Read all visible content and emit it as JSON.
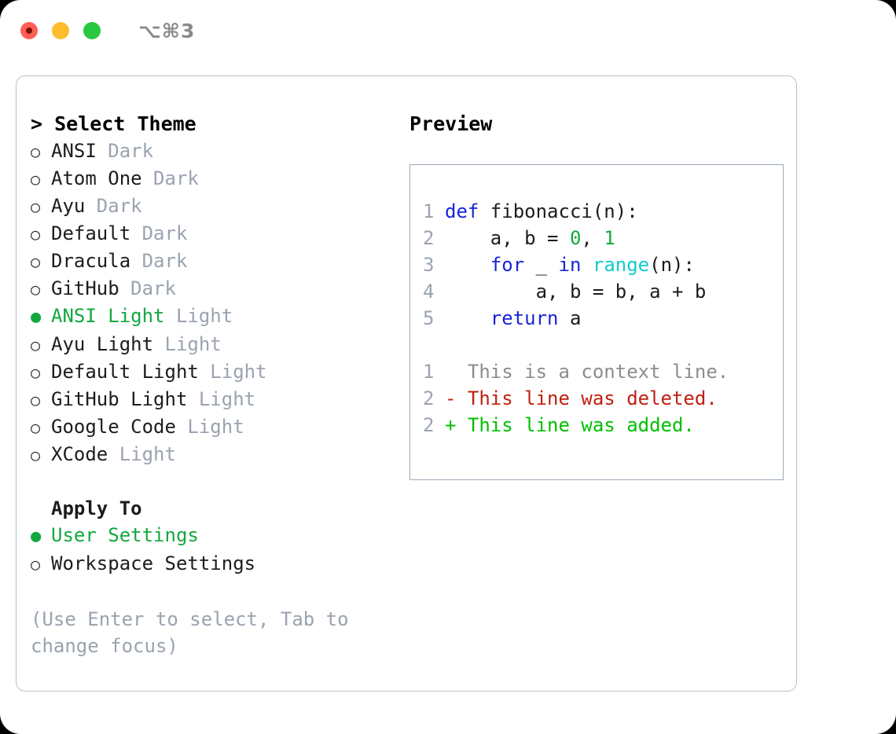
{
  "titlebar": {
    "shortcut": "⌥⌘3",
    "buttons": [
      {
        "name": "close",
        "color": "#ff5f57"
      },
      {
        "name": "minimize",
        "color": "#febc2e"
      },
      {
        "name": "maximize",
        "color": "#28c840"
      }
    ]
  },
  "left": {
    "header": "> Select Theme",
    "themes": [
      {
        "marker": "○",
        "name": "ANSI",
        "suffix": " Dark",
        "selected": false
      },
      {
        "marker": "○",
        "name": "Atom One",
        "suffix": " Dark",
        "selected": false
      },
      {
        "marker": "○",
        "name": "Ayu",
        "suffix": " Dark",
        "selected": false
      },
      {
        "marker": "○",
        "name": "Default",
        "suffix": " Dark",
        "selected": false
      },
      {
        "marker": "○",
        "name": "Dracula",
        "suffix": " Dark",
        "selected": false
      },
      {
        "marker": "○",
        "name": "GitHub",
        "suffix": " Dark",
        "selected": false
      },
      {
        "marker": "●",
        "name": "ANSI Light",
        "suffix": " Light",
        "selected": true
      },
      {
        "marker": "○",
        "name": "Ayu Light",
        "suffix": " Light",
        "selected": false
      },
      {
        "marker": "○",
        "name": "Default Light",
        "suffix": " Light",
        "selected": false
      },
      {
        "marker": "○",
        "name": "GitHub Light",
        "suffix": " Light",
        "selected": false
      },
      {
        "marker": "○",
        "name": "Google Code",
        "suffix": " Light",
        "selected": false
      },
      {
        "marker": "○",
        "name": "XCode",
        "suffix": " Light",
        "selected": false
      }
    ],
    "apply_to_header": "Apply To",
    "apply_to": [
      {
        "marker": "●",
        "name": "User Settings",
        "selected": true
      },
      {
        "marker": "○",
        "name": "Workspace Settings",
        "selected": false
      }
    ],
    "hint": "(Use Enter to select, Tab to change focus)"
  },
  "right": {
    "preview_title": "Preview",
    "code_lines": [
      {
        "num": "1",
        "tokens": [
          {
            "t": "def",
            "c": "kw"
          },
          {
            "t": " fibonacci(n):",
            "c": "plain"
          }
        ]
      },
      {
        "num": "2",
        "tokens": [
          {
            "t": "    a, b = ",
            "c": "plain"
          },
          {
            "t": "0",
            "c": "num"
          },
          {
            "t": ", ",
            "c": "plain"
          },
          {
            "t": "1",
            "c": "num"
          }
        ]
      },
      {
        "num": "3",
        "tokens": [
          {
            "t": "    ",
            "c": "plain"
          },
          {
            "t": "for",
            "c": "kw"
          },
          {
            "t": " _ ",
            "c": "plain"
          },
          {
            "t": "in",
            "c": "kw"
          },
          {
            "t": " ",
            "c": "plain"
          },
          {
            "t": "range",
            "c": "fn"
          },
          {
            "t": "(n):",
            "c": "plain"
          }
        ]
      },
      {
        "num": "4",
        "tokens": [
          {
            "t": "        a, b = b, a + b",
            "c": "plain"
          }
        ]
      },
      {
        "num": "5",
        "tokens": [
          {
            "t": "    ",
            "c": "plain"
          },
          {
            "t": "return",
            "c": "kw"
          },
          {
            "t": " a",
            "c": "plain"
          }
        ]
      }
    ],
    "diff_lines": [
      {
        "num": "1",
        "text": "  This is a context line.",
        "kind": "ctx"
      },
      {
        "num": "2",
        "text": "- This line was deleted.",
        "kind": "del"
      },
      {
        "num": "2",
        "text": "+ This line was added.",
        "kind": "add"
      }
    ]
  },
  "colors": {
    "accent_green": "#12a83f",
    "muted": "#9aa3b0",
    "keyword_blue": "#1a24d8",
    "function_cyan": "#11cccc",
    "number_green": "#12a83f",
    "diff_delete_red": "#c02010",
    "diff_add_green": "#00c000",
    "border": "#b9c2cf"
  }
}
